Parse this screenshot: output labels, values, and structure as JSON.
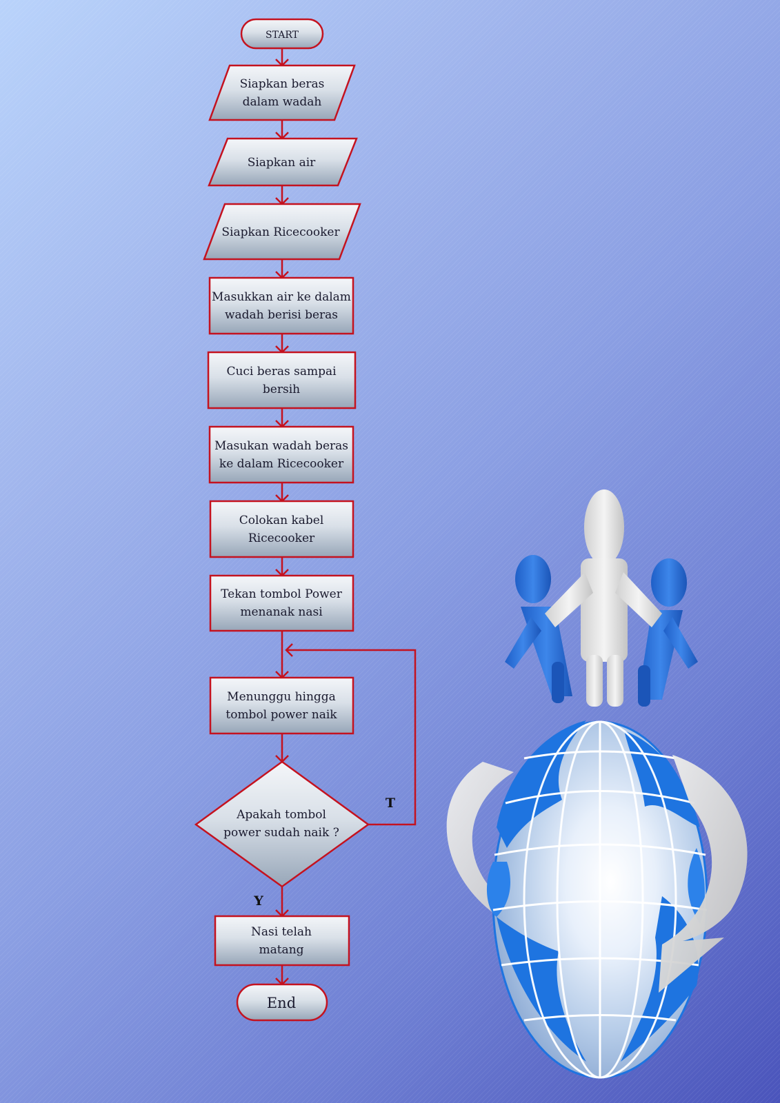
{
  "flowchart": {
    "start": "START",
    "input_rice": [
      "Siapkan beras",
      "dalam wadah"
    ],
    "input_water": [
      "Siapkan air"
    ],
    "input_ricecooker": [
      "Siapkan Ricecooker"
    ],
    "step_pour_water": [
      "Masukkan air ke dalam",
      "wadah berisi beras"
    ],
    "step_wash": [
      "Cuci beras sampai",
      "bersih"
    ],
    "step_insert": [
      "Masukan wadah beras",
      "ke dalam Ricecooker"
    ],
    "step_plug": [
      "Colokan kabel",
      "Ricecooker"
    ],
    "step_press": [
      "Tekan tombol Power",
      "menanak nasi"
    ],
    "step_wait": [
      "Menunggu hingga",
      "tombol power naik"
    ],
    "decision": [
      "Apakah tombol",
      "power sudah naik ?"
    ],
    "label_no": "T",
    "label_yes": "Y",
    "step_done": [
      "Nasi telah",
      "matang"
    ],
    "end": "End"
  },
  "colors": {
    "stroke": "#c4121f",
    "node_fill_top": "#f4f6f9",
    "node_fill_bottom": "#97a6b8",
    "globe_blue": "#1e74e0",
    "figure_blue": "#2d6fd9",
    "figure_white": "#e6e6e6"
  },
  "illustration": {
    "icon": "globe-with-people-icon"
  }
}
